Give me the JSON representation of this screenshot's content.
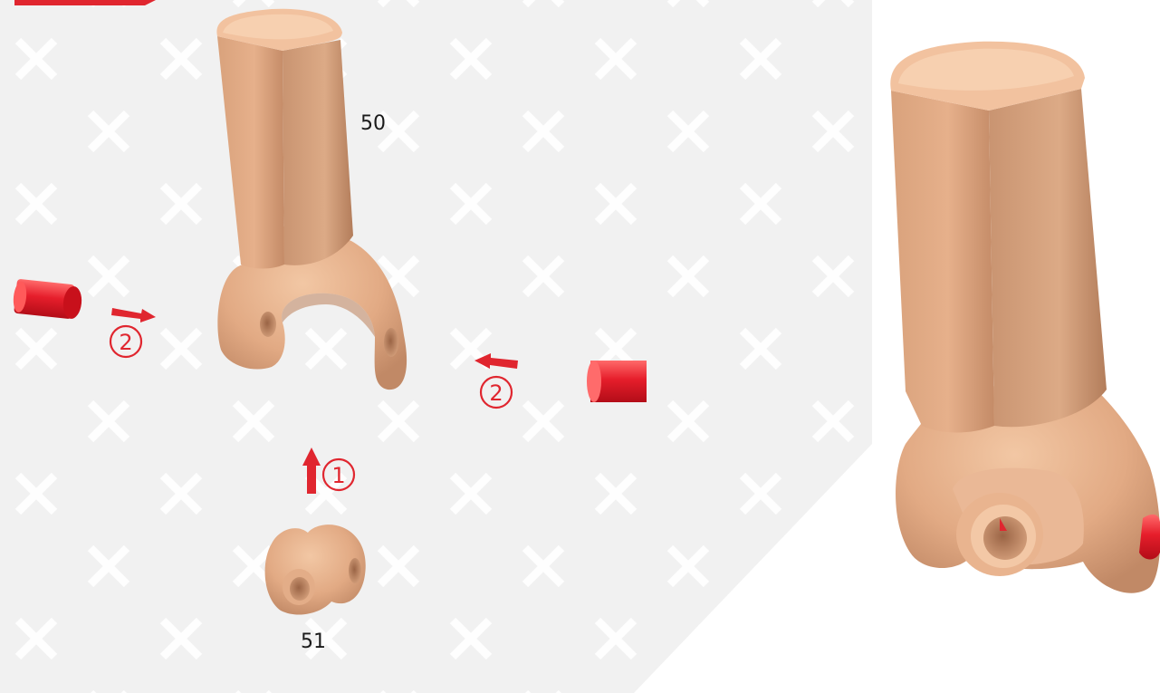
{
  "colors": {
    "accent": "#e0262f",
    "part_skin": "#e9b48f",
    "part_skin_light": "#f5cba8",
    "part_skin_dark": "#c58d6a",
    "panel_bg": "#f1f1f1"
  },
  "labels": {
    "part_50": "50",
    "part_51": "51"
  },
  "steps": {
    "step_1": "1",
    "step_2": "2"
  },
  "icons": {
    "watermark": "x-pattern",
    "arrow": "arrow-icon",
    "step_marker": "circled-number-icon"
  }
}
